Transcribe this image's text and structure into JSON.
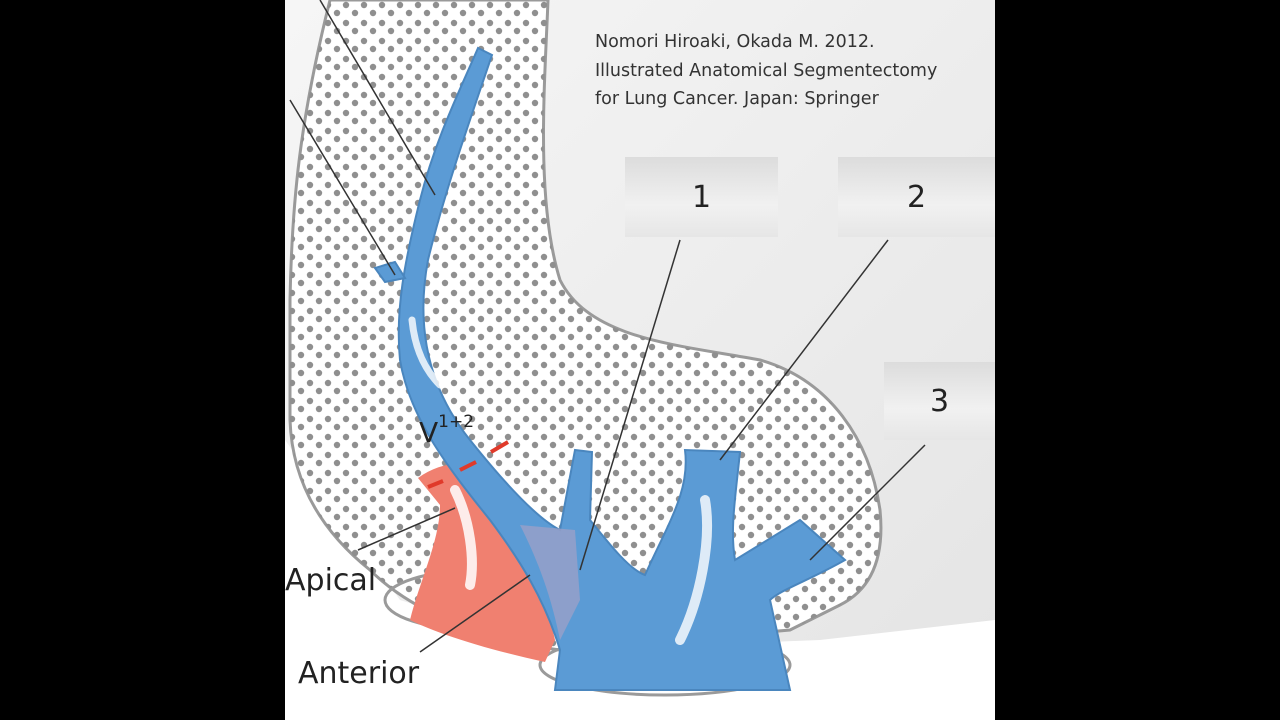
{
  "citation": {
    "line1": "Nomori Hiroaki, Okada M. 2012.",
    "line2": "Illustrated Anatomical Segmentectomy",
    "line3": "for Lung Cancer.  Japan: Springer"
  },
  "labels": {
    "box1": "1",
    "box2": "2",
    "box3": "3",
    "vein_main": "V",
    "vein_sup": "1+2",
    "apical": "Apical",
    "anterior": "Anterior"
  },
  "colors": {
    "vein": "#5b9bd5",
    "artery": "#f08070",
    "lung_dots": "#8a8a8a",
    "cut_mark": "#e03a2a"
  }
}
